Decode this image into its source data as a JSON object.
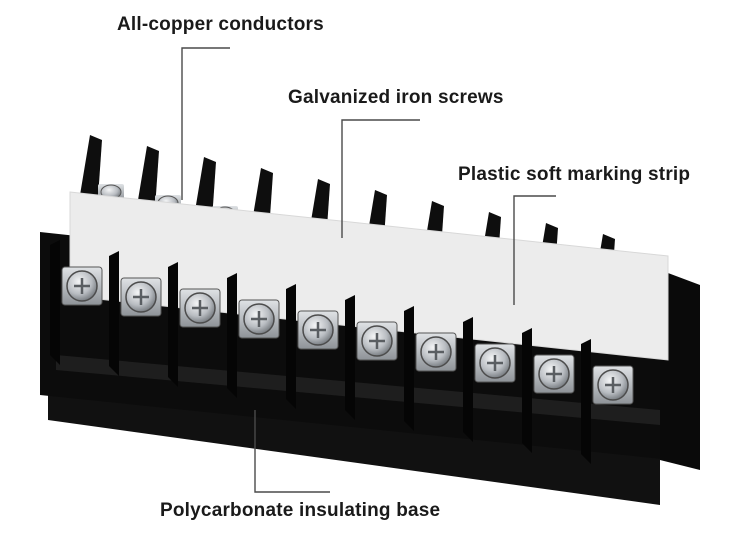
{
  "callouts": {
    "copper": "All-copper conductors",
    "screws": "Galvanized iron screws",
    "strip": "Plastic soft marking strip",
    "base": "Polycarbonate insulating base"
  },
  "product": {
    "positions": 10,
    "colors": {
      "body": "#0c0c0c",
      "strip": "#ececec",
      "metal": "#c9ccd0",
      "leader": "#444444"
    }
  }
}
